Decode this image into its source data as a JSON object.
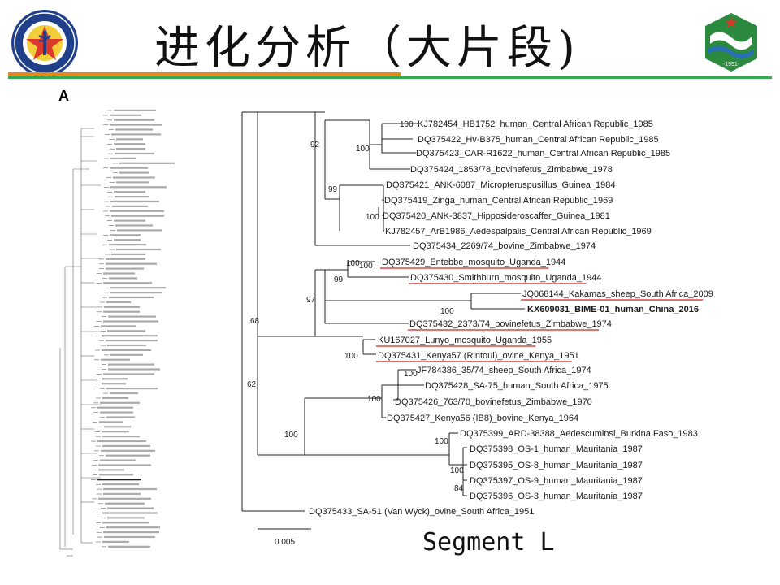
{
  "title": "进化分析（大片段)",
  "panel_letter": "A",
  "segment_label": "Segment L",
  "scale_label": "0.005",
  "leaves": [
    {
      "label": "KJ782454_HB1752_human_Central African Republic_1985",
      "underline": false,
      "bold": false
    },
    {
      "label": "DQ375422_Hv-B375_human_Central African Republic_1985",
      "underline": false,
      "bold": false
    },
    {
      "label": "DQ375423_CAR-R1622_human_Central African Republic_1985",
      "underline": false,
      "bold": false
    },
    {
      "label": "DQ375424_1853/78_bovinefetus_Zimbabwe_1978",
      "underline": false,
      "bold": false
    },
    {
      "label": "DQ375421_ANK-6087_Micropteruspusillus_Guinea_1984",
      "underline": false,
      "bold": false
    },
    {
      "label": "DQ375419_Zinga_human_Central African Republic_1969",
      "underline": false,
      "bold": false
    },
    {
      "label": "DQ375420_ANK-3837_Hipposideroscaffer_Guinea_1981",
      "underline": false,
      "bold": false
    },
    {
      "label": "KJ782457_ArB1986_Aedespalpalis_Central African Republic_1969",
      "underline": false,
      "bold": false
    },
    {
      "label": "DQ375434_2269/74_bovine_Zimbabwe_1974",
      "underline": false,
      "bold": false
    },
    {
      "label": "DQ375429_Entebbe_mosquito_Uganda_1944",
      "underline": true,
      "bold": false
    },
    {
      "label": "DQ375430_Smithburn_mosquito_Uganda_1944",
      "underline": true,
      "bold": false
    },
    {
      "label": "JQ068144_Kakamas_sheep_South Africa_2009",
      "underline": true,
      "bold": false
    },
    {
      "label": "KX609031_BIME-01_human_China_2016",
      "underline": false,
      "bold": true
    },
    {
      "label": "DQ375432_2373/74_bovinefetus_Zimbabwe_1974",
      "underline": true,
      "bold": false
    },
    {
      "label": "KU167027_Lunyo_mosquito_Uganda_1955",
      "underline": true,
      "bold": false
    },
    {
      "label": "DQ375431_Kenya57 (Rintoul)_ovine_Kenya_1951",
      "underline": true,
      "bold": false
    },
    {
      "label": "JF784386_35/74_sheep_South Africa_1974",
      "underline": false,
      "bold": false
    },
    {
      "label": "DQ375428_SA-75_human_South Africa_1975",
      "underline": false,
      "bold": false
    },
    {
      "label": "DQ375426_763/70_bovinefetus_Zimbabwe_1970",
      "underline": false,
      "bold": false
    },
    {
      "label": "DQ375427_Kenya56 (IB8)_bovine_Kenya_1964",
      "underline": false,
      "bold": false
    },
    {
      "label": "DQ375399_ARD-38388_Aedescuminsi_Burkina Faso_1983",
      "underline": false,
      "bold": false
    },
    {
      "label": "DQ375398_OS-1_human_Mauritania_1987",
      "underline": false,
      "bold": false
    },
    {
      "label": "DQ375395_OS-8_human_Mauritania_1987",
      "underline": false,
      "bold": false
    },
    {
      "label": "DQ375397_OS-9_human_Mauritania_1987",
      "underline": false,
      "bold": false
    },
    {
      "label": "DQ375396_OS-3_human_Mauritania_1987",
      "underline": false,
      "bold": false
    },
    {
      "label": "DQ375433_SA-51 (Van Wyck)_ovine_South Africa_1951",
      "underline": false,
      "bold": false
    }
  ],
  "bootstraps": [
    "100",
    "92",
    "100",
    "99",
    "100",
    "100",
    "68",
    "100",
    "99",
    "97",
    "100",
    "100",
    "100",
    "62",
    "100",
    "100",
    "100",
    "100",
    "84"
  ],
  "colors": {
    "orange_rule": "#e38a1b",
    "green_rule": "#36a852",
    "underline": "#d42020"
  }
}
